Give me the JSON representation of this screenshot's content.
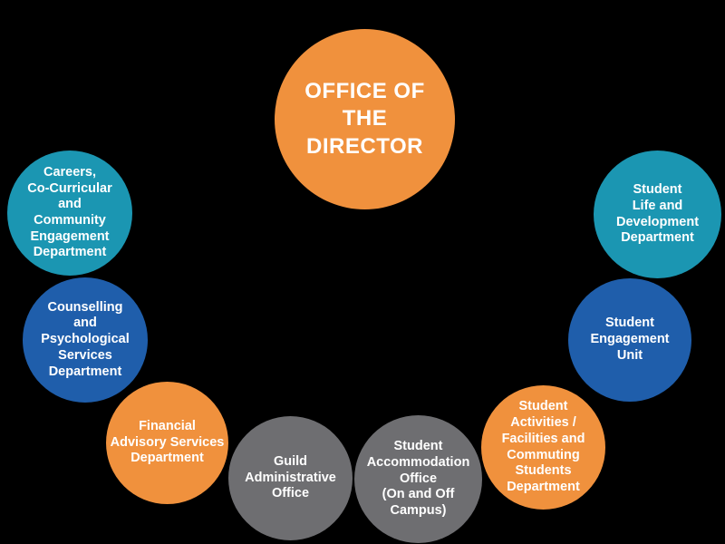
{
  "colors": {
    "background": "#000000",
    "text": "#FFFFFF",
    "orange": "#F0913D",
    "teal": "#1B96B2",
    "blue": "#1F5EAB",
    "gray": "#6E6E71"
  },
  "nodes": {
    "director": {
      "label": "OFFICE OF\nTHE\nDIRECTOR",
      "color": "orange"
    },
    "careers": {
      "label": "Careers,\nCo-Curricular\nand\nCommunity\nEngagement\nDepartment",
      "color": "teal"
    },
    "counselling": {
      "label": "Counselling\nand\nPsychological\nServices\nDepartment",
      "color": "blue"
    },
    "financial": {
      "label": "Financial\nAdvisory Services\nDepartment",
      "color": "orange"
    },
    "guild": {
      "label": "Guild\nAdministrative\nOffice",
      "color": "gray"
    },
    "accommodation": {
      "label": "Student\nAccommodation\nOffice\n(On and Off\nCampus)",
      "color": "gray"
    },
    "activities": {
      "label": "Student\nActivities /\nFacilities and\nCommuting\nStudents\nDepartment",
      "color": "orange"
    },
    "engagement": {
      "label": "Student\nEngagement\nUnit",
      "color": "blue"
    },
    "student_life": {
      "label": "Student\nLife and\nDevelopment\nDepartment",
      "color": "teal"
    }
  }
}
